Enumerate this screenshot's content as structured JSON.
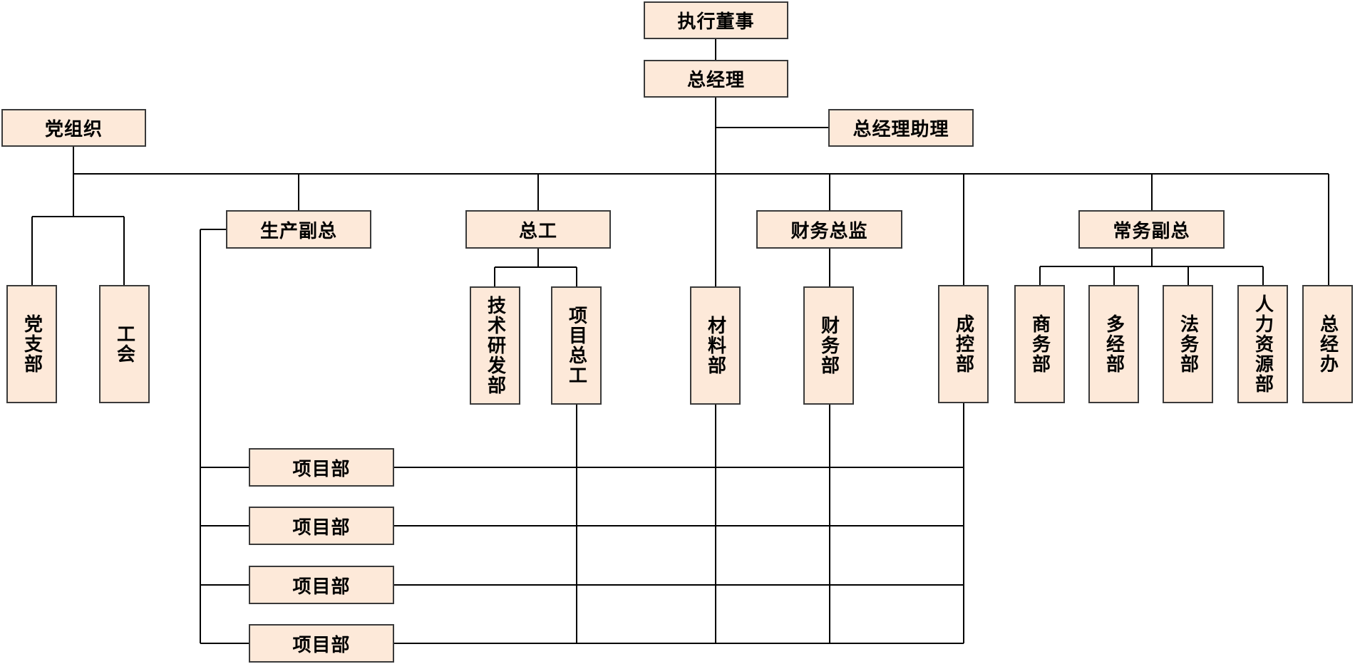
{
  "nodes": {
    "top": "执行董事",
    "gm": "总经理",
    "gm_assistant": "总经理助理",
    "party": "党组织",
    "prod_vp": "生产副总",
    "chief_engineer": "总工",
    "cfo": "财务总监",
    "exec_vp": "常务副总",
    "party_branch": "党支部",
    "union": "工会",
    "tech_rd": "技术研发部",
    "project_chief_engineer": "项目总工",
    "materials": "材料部",
    "finance": "财务部",
    "cost_control": "成控部",
    "business": "商务部",
    "multi_ops": "多经部",
    "legal": "法务部",
    "hr": "人力资源部",
    "general_office": "总经办",
    "project_dept": [
      "项目部",
      "项目部",
      "项目部",
      "项目部"
    ]
  }
}
